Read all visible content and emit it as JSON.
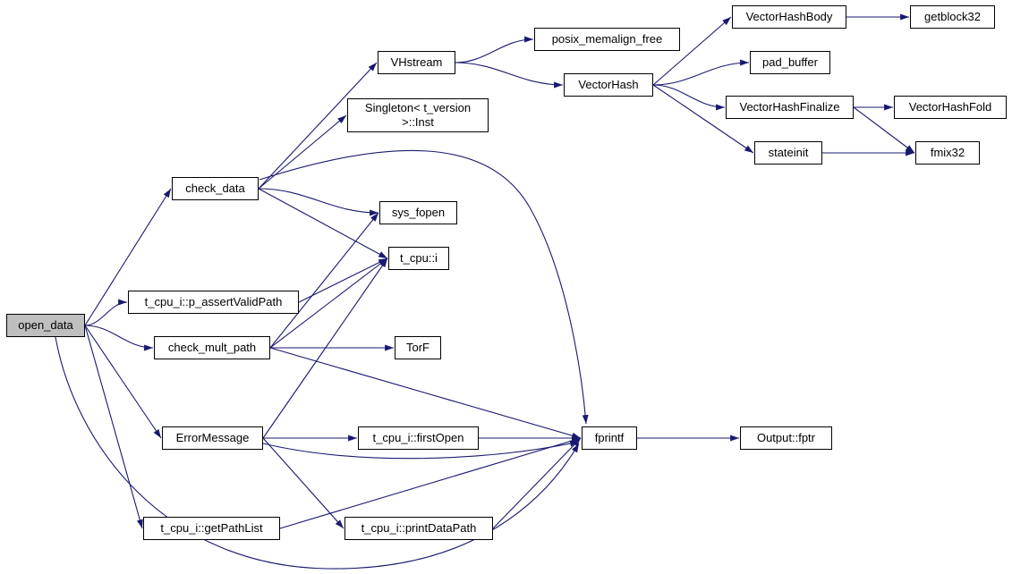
{
  "diagram": {
    "type": "call-graph",
    "edge_color": "#191970",
    "node_border_color": "#000000",
    "node_fill": "#ffffff",
    "highlight_fill": "#bfbfbf",
    "nodes": {
      "open_data": {
        "label": "open_data",
        "highlighted": true
      },
      "check_data": {
        "label": "check_data"
      },
      "vhstream": {
        "label": "VHstream"
      },
      "singleton_inst": {
        "label": "Singleton< t_version >::Inst"
      },
      "posix_memalign_free": {
        "label": "posix_memalign_free"
      },
      "vectorhash": {
        "label": "VectorHash"
      },
      "vectorhashbody": {
        "label": "VectorHashBody"
      },
      "getblock32": {
        "label": "getblock32"
      },
      "pad_buffer": {
        "label": "pad_buffer"
      },
      "vectorhashfinalize": {
        "label": "VectorHashFinalize"
      },
      "vectorhashfold": {
        "label": "VectorHashFold"
      },
      "stateinit": {
        "label": "stateinit"
      },
      "fmix32": {
        "label": "fmix32"
      },
      "sys_fopen": {
        "label": "sys_fopen"
      },
      "t_cpu_i": {
        "label": "t_cpu::i"
      },
      "p_assertvalidpath": {
        "label": "t_cpu_i::p_assertValidPath"
      },
      "check_mult_path": {
        "label": "check_mult_path"
      },
      "torf": {
        "label": "TorF"
      },
      "errormessage": {
        "label": "ErrorMessage"
      },
      "firstopen": {
        "label": "t_cpu_i::firstOpen"
      },
      "fprintf": {
        "label": "fprintf"
      },
      "output_fptr": {
        "label": "Output::fptr"
      },
      "getpathlist": {
        "label": "t_cpu_i::getPathList"
      },
      "printdatapath": {
        "label": "t_cpu_i::printDataPath"
      }
    },
    "edges": [
      [
        "open_data",
        "check_data"
      ],
      [
        "open_data",
        "p_assertvalidpath"
      ],
      [
        "open_data",
        "check_mult_path"
      ],
      [
        "open_data",
        "errormessage"
      ],
      [
        "open_data",
        "getpathlist"
      ],
      [
        "open_data",
        "fprintf"
      ],
      [
        "check_data",
        "vhstream"
      ],
      [
        "check_data",
        "singleton_inst"
      ],
      [
        "check_data",
        "sys_fopen"
      ],
      [
        "check_data",
        "t_cpu_i"
      ],
      [
        "check_data",
        "fprintf"
      ],
      [
        "vhstream",
        "posix_memalign_free"
      ],
      [
        "vhstream",
        "vectorhash"
      ],
      [
        "vectorhash",
        "vectorhashbody"
      ],
      [
        "vectorhash",
        "pad_buffer"
      ],
      [
        "vectorhash",
        "vectorhashfinalize"
      ],
      [
        "vectorhash",
        "stateinit"
      ],
      [
        "vectorhashbody",
        "getblock32"
      ],
      [
        "vectorhashfinalize",
        "vectorhashfold"
      ],
      [
        "vectorhashfinalize",
        "fmix32"
      ],
      [
        "stateinit",
        "fmix32"
      ],
      [
        "p_assertvalidpath",
        "t_cpu_i"
      ],
      [
        "check_mult_path",
        "sys_fopen"
      ],
      [
        "check_mult_path",
        "t_cpu_i"
      ],
      [
        "check_mult_path",
        "torf"
      ],
      [
        "check_mult_path",
        "fprintf"
      ],
      [
        "errormessage",
        "t_cpu_i"
      ],
      [
        "errormessage",
        "firstopen"
      ],
      [
        "errormessage",
        "fprintf"
      ],
      [
        "errormessage",
        "printdatapath"
      ],
      [
        "firstopen",
        "fprintf"
      ],
      [
        "printdatapath",
        "fprintf"
      ],
      [
        "getpathlist",
        "fprintf"
      ],
      [
        "fprintf",
        "output_fptr"
      ]
    ]
  }
}
